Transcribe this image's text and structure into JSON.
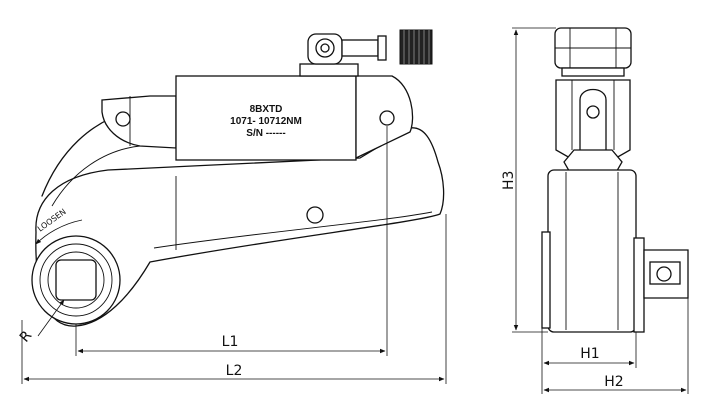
{
  "nameplate": {
    "model": "8BXTD",
    "torque_range": "1071- 10712NM",
    "serial": "S/N ------"
  },
  "direction_label": "LOOSEN",
  "dimensions": {
    "radius": "R",
    "l1": "L1",
    "l2": "L2",
    "h1": "H1",
    "h2": "H2",
    "h3": "H3"
  }
}
